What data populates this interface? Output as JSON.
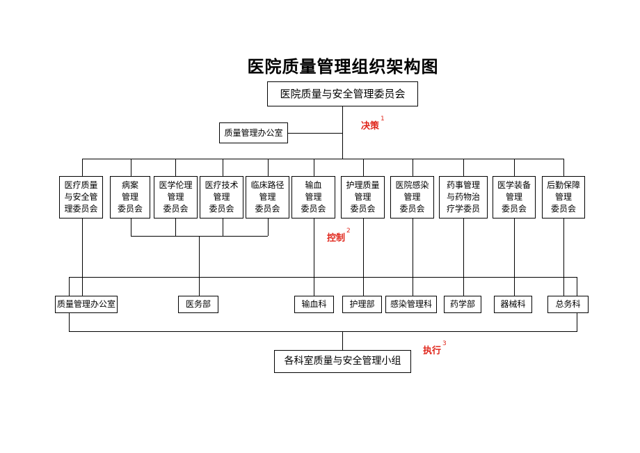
{
  "title": "医院质量管理组织架构图",
  "top_node": "医院质量与安全管理委员会",
  "office_node": "质量管理办公室",
  "committees": [
    "医疗质量\n与安全管\n理委员会",
    "病案\n管理\n委员会",
    "医学伦理\n管理\n委员会",
    "医疗技术\n管理\n委员会",
    "临床路径\n管理\n委员会",
    "输血\n管理\n委员会",
    "护理质量\n管理\n委员会",
    "医院感染\n管理\n委员会",
    "药事管理\n与药物治\n疗学委员",
    "医学装备\n管理\n委员会",
    "后勤保障\n管理\n委员会"
  ],
  "departments": [
    "质量管理办公室",
    "医务部",
    "输血科",
    "护理部",
    "感染管理科",
    "药学部",
    "器械科",
    "总务科"
  ],
  "bottom_node": "各科室质量与安全管理小组",
  "labels": {
    "decision": "决策",
    "decision_num": "1",
    "control": "控制",
    "control_num": "2",
    "execute": "执行",
    "execute_num": "3"
  },
  "colors": {
    "label": "#e0261b",
    "line": "#000000"
  }
}
